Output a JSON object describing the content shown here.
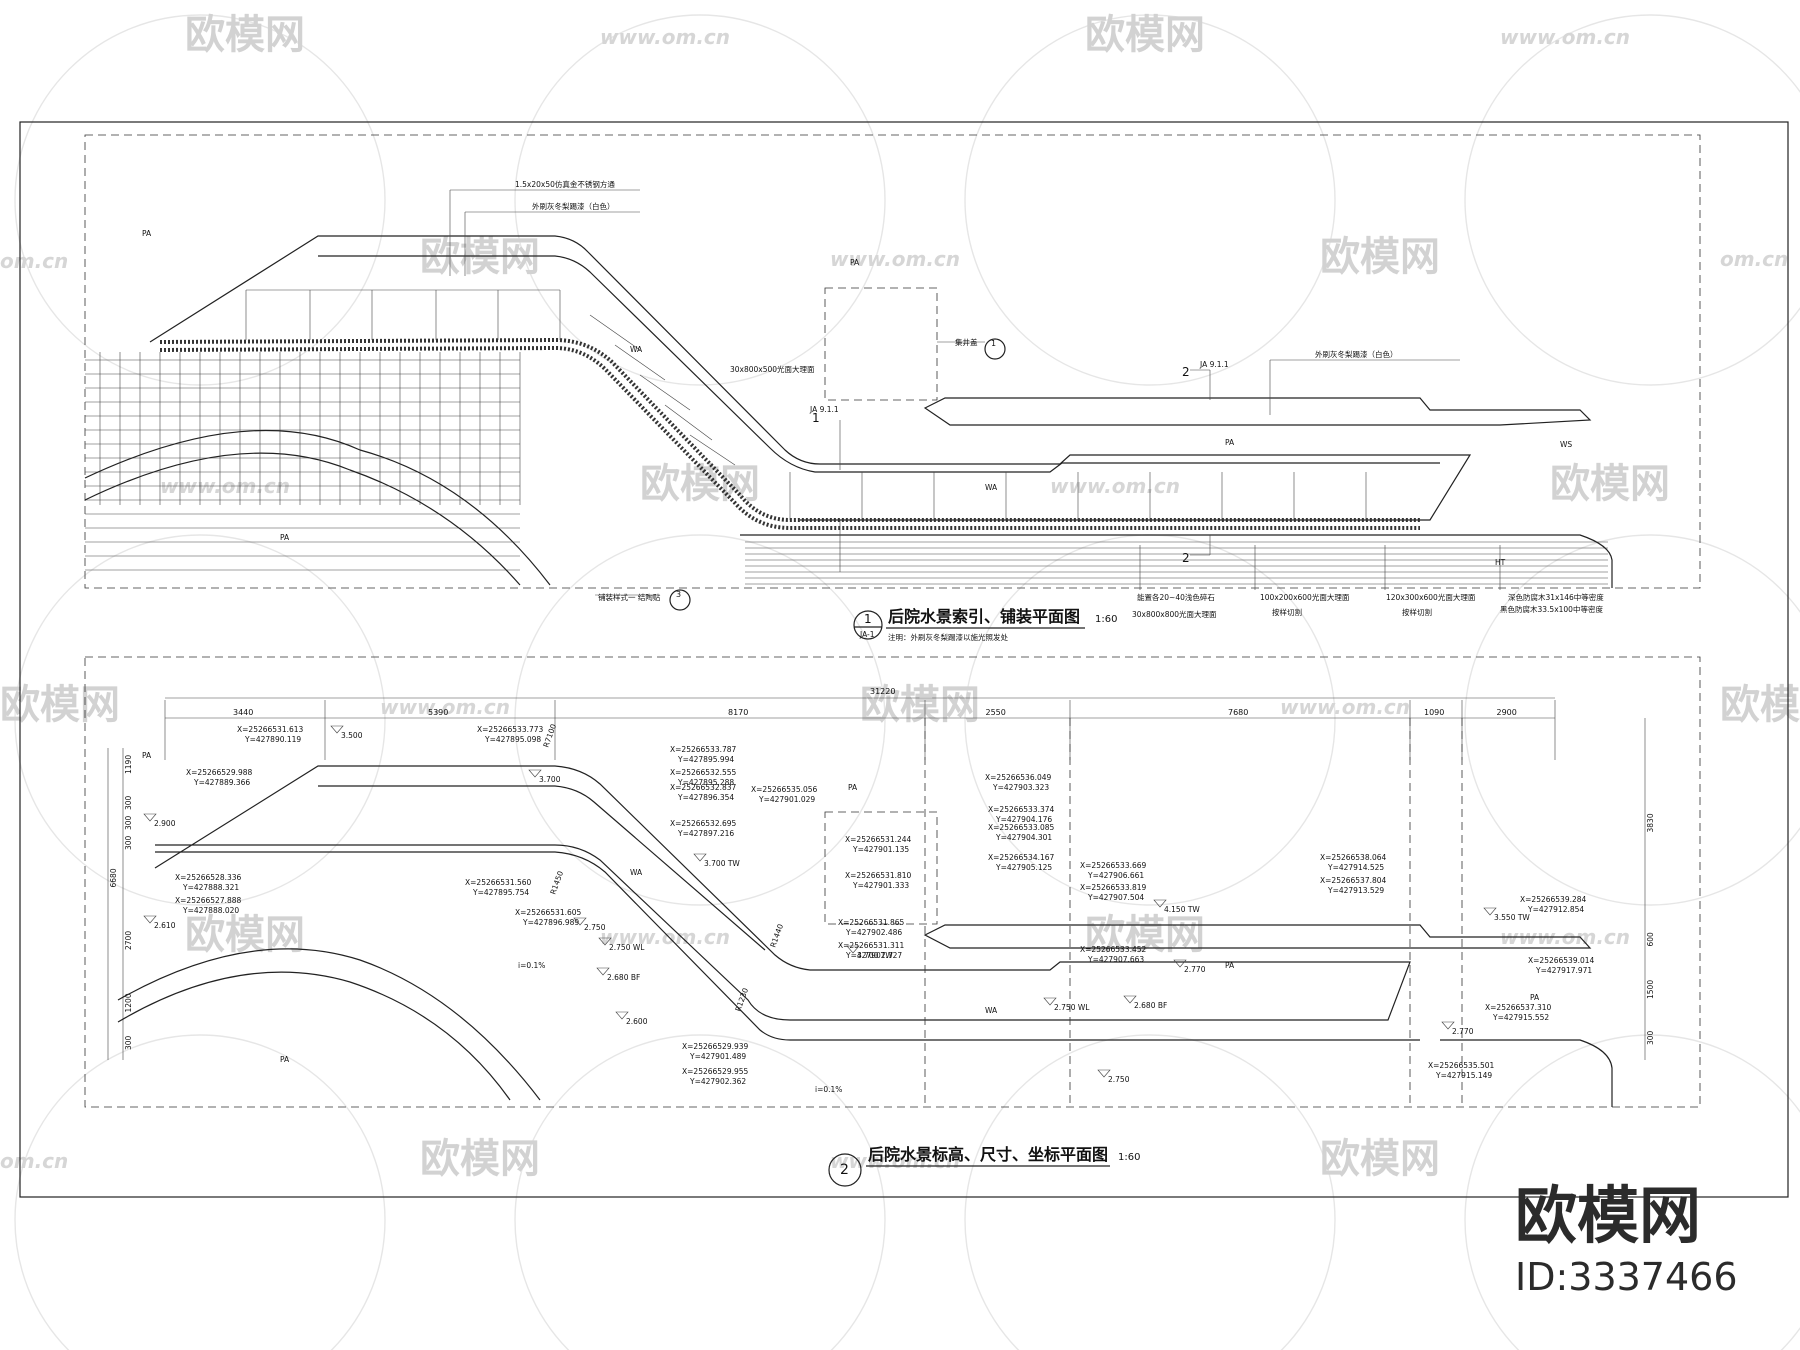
{
  "brand": {
    "name": "欧模网",
    "id": "ID:3337466"
  },
  "watermark": {
    "name": "欧模网",
    "url": "www.om.cn",
    "url_short": "om.cn"
  },
  "plan1": {
    "title": "后院水景索引、铺装平面图",
    "scale": "1:60",
    "index_number": "1",
    "index_sheet": "JA-1",
    "note": "注明：外刷灰冬梨踢漆以施光照发处",
    "callouts": {
      "top_rail": "1.5x20x50仿真金不锈钢方通",
      "top_paint": "外刷灰冬梨踢漆（白色）",
      "right_paint": "外刷灰冬梨踢漆（白色）",
      "stone_mid": "30x800x500光面大理面",
      "paving_left": "铺装样式一 结陶贴",
      "pebble": "能置各20~40浅色碎石",
      "stone_a": "30x800x800光面大理面",
      "stone_b": "100x200x600光面大理面",
      "stone_b2": "按样切割",
      "stone_c": "120x300x600光面大理面",
      "stone_c2": "按样切割",
      "wood_a": "深色防腐木31x146中等密度",
      "wood_b": "黑色防腐木33.5x100中等密度",
      "well": "集井盖",
      "ref_a": "JA 9.1.1",
      "ref_b": "JA 9.1.1",
      "num_1": "1",
      "num_2": "2",
      "num_2b": "2",
      "detail_well": "1",
      "detail_paving": "3",
      "pa1": "PA",
      "pa2": "PA",
      "pa3": "PA",
      "pa4": "PA",
      "wa1": "WA",
      "wa2": "WA",
      "ws": "WS",
      "ht": "HT"
    }
  },
  "plan2": {
    "title": "后院水景标高、尺寸、坐标平面图",
    "scale": "1:60",
    "index_number": "2",
    "dims_top": [
      "3440",
      "5390",
      "8170",
      "2550",
      "7680",
      "1090",
      "2900"
    ],
    "dim_total": "31220",
    "dims_left": [
      "1190",
      "300",
      "300",
      "300",
      "6680",
      "2700",
      "1200",
      "300"
    ],
    "dims_right": [
      "3830",
      "600",
      "1500",
      "300"
    ],
    "radii": [
      "R7100",
      "R1450",
      "R1440",
      "R1230"
    ],
    "elevations": [
      "3.500",
      "3.700",
      "2.900",
      "3.700 TW",
      "2.750",
      "2.750 WL",
      "2.680 BF",
      "2.600",
      "2.610",
      "3.700 TW",
      "4.150 TW",
      "2.770",
      "2.750 WL",
      "2.680 BF",
      "2.750",
      "3.550 TW",
      "2.770"
    ],
    "slopes": [
      "i=0.1%",
      "i=0.1%"
    ],
    "labels": [
      "PA",
      "PA",
      "PA",
      "PA",
      "WA",
      "WA",
      "PA"
    ],
    "coords": [
      [
        "X=25266531.613",
        "Y=427890.119"
      ],
      [
        "X=25266533.773",
        "Y=427895.098"
      ],
      [
        "X=25266529.988",
        "Y=427889.366"
      ],
      [
        "X=25266533.787",
        "Y=427895.994"
      ],
      [
        "X=25266532.555",
        "Y=427895.288"
      ],
      [
        "X=25266532.837",
        "Y=427896.354"
      ],
      [
        "X=25266532.695",
        "Y=427897.216"
      ],
      [
        "X=25266535.056",
        "Y=427901.029"
      ],
      [
        "X=25266528.336",
        "Y=427888.321"
      ],
      [
        "X=25266527.888",
        "Y=427888.020"
      ],
      [
        "X=25266531.560",
        "Y=427895.754"
      ],
      [
        "X=25266531.605",
        "Y=427896.989"
      ],
      [
        "X=25266531.244",
        "Y=427901.135"
      ],
      [
        "X=25266531.810",
        "Y=427901.333"
      ],
      [
        "X=25266531.865",
        "Y=427902.486"
      ],
      [
        "X=25266531.311",
        "Y=427902.727"
      ],
      [
        "X=25266536.049",
        "Y=427903.323"
      ],
      [
        "X=25266533.374",
        "Y=427904.176"
      ],
      [
        "X=25266533.085",
        "Y=427904.301"
      ],
      [
        "X=25266534.167",
        "Y=427905.125"
      ],
      [
        "X=25266533.669",
        "Y=427906.661"
      ],
      [
        "X=25266533.819",
        "Y=427907.504"
      ],
      [
        "X=25266533.452",
        "Y=427907.663"
      ],
      [
        "X=25266538.064",
        "Y=427914.525"
      ],
      [
        "X=25266537.804",
        "Y=427913.529"
      ],
      [
        "X=25266539.284",
        "Y=427912.854"
      ],
      [
        "X=25266539.014",
        "Y=427917.971"
      ],
      [
        "X=25266537.310",
        "Y=427915.552"
      ],
      [
        "X=25266529.939",
        "Y=427901.489"
      ],
      [
        "X=25266529.955",
        "Y=427902.362"
      ],
      [
        "X=25266535.501",
        "Y=427915.149"
      ]
    ]
  }
}
